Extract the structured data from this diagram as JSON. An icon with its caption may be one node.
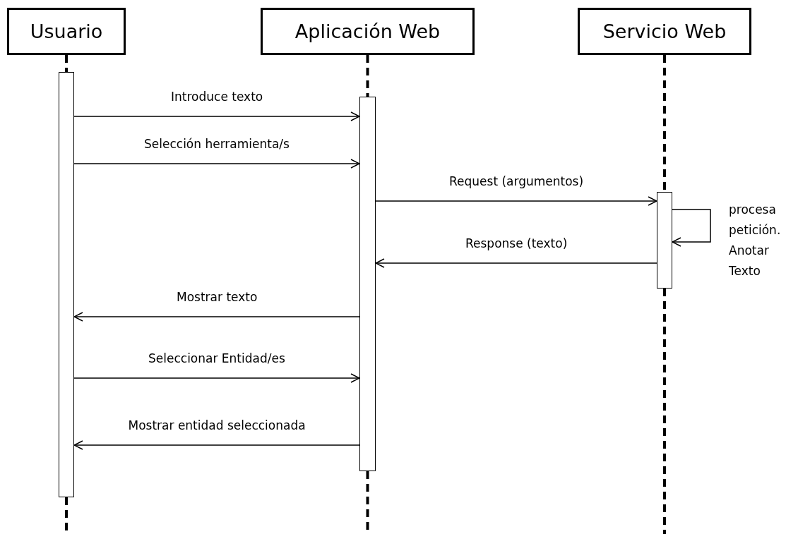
{
  "diagram": {
    "nodes": [
      {
        "text": [
          "Usuario"
        ]
      },
      {
        "text": [
          "Aplicación Web"
        ]
      },
      {
        "text": [
          "Servicio Web"
        ]
      },
      {
        "text": [],
        "shape": "bar"
      },
      {
        "text": [],
        "shape": "bar"
      },
      {
        "text": [],
        "shape": "bar"
      }
    ],
    "edges": [
      {
        "from": 0,
        "to": 3,
        "arrow": "none",
        "style": "dashed"
      },
      {
        "from": 3,
        "to": null,
        "arrow": "none",
        "style": "dashed"
      },
      {
        "from": 1,
        "to": 4,
        "arrow": "none",
        "style": "dashed"
      },
      {
        "from": 4,
        "to": null,
        "arrow": "none",
        "style": "dashed"
      },
      {
        "from": 2,
        "to": 5,
        "arrow": "none",
        "style": "dashed"
      },
      {
        "from": 5,
        "to": null,
        "arrow": "none",
        "style": "dashed"
      },
      {
        "from": 3,
        "to": 4,
        "arrow": "to",
        "label": "Introduce texto"
      },
      {
        "from": 3,
        "to": 4,
        "arrow": "to",
        "label": "Selección herramienta/s"
      },
      {
        "from": 4,
        "to": 5,
        "arrow": "to",
        "label": "Request (argumentos)"
      },
      {
        "from": 5,
        "to": 5,
        "arrow": "to",
        "label": "procesa petición. Anotar Texto"
      },
      {
        "from": 5,
        "to": 4,
        "arrow": "to",
        "label": "Response (texto)"
      },
      {
        "from": 4,
        "to": 3,
        "arrow": "to",
        "label": "Mostrar texto"
      },
      {
        "from": 3,
        "to": 4,
        "arrow": "to",
        "label": "Seleccionar Entidad/es"
      },
      {
        "from": 4,
        "to": 3,
        "arrow": "to",
        "label": "Mostrar entidad seleccionada"
      }
    ]
  }
}
